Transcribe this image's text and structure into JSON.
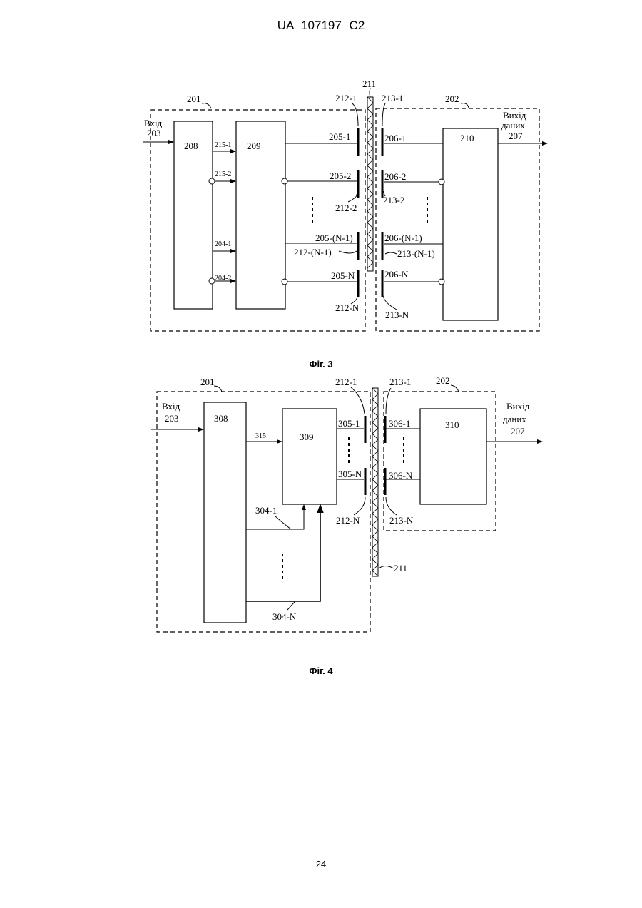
{
  "document": {
    "header": "UA   107197   C2",
    "page_number": "24"
  },
  "fig3": {
    "caption": "Фіг. 3",
    "group_tx": "201",
    "group_rx": "202",
    "chain": "211",
    "input_label": "Вхід",
    "input_num": "203",
    "output_label1": "Вихід",
    "output_label2": "даних",
    "output_num": "207",
    "block_a": "208",
    "block_b": "209",
    "block_c": "210",
    "sig_215_1": "215-1",
    "sig_215_2": "215-2",
    "sig_204_1": "204-1",
    "sig_204_2": "204-2",
    "tx_1": "205-1",
    "tx_2": "205-2",
    "tx_n1": "205-(N-1)",
    "tx_n": "205-N",
    "rx_1": "206-1",
    "rx_2": "206-2",
    "rx_n1": "206-(N-1)",
    "rx_n": "206-N",
    "ant_tx_1": "212-1",
    "ant_tx_2": "212-2",
    "ant_tx_n1": "212-(N-1)",
    "ant_tx_n": "212-N",
    "ant_rx_1": "213-1",
    "ant_rx_2": "213-2",
    "ant_rx_n1": "213-(N-1)",
    "ant_rx_n": "213-N"
  },
  "fig4": {
    "caption": "Фіг. 4",
    "group_tx": "201",
    "group_rx": "202",
    "chain": "211",
    "input_label": "Вхід",
    "input_num": "203",
    "output_label1": "Вихід",
    "output_label2": "даних",
    "output_num": "207",
    "block_a": "308",
    "block_b": "309",
    "block_c": "310",
    "sig_315": "315",
    "sig_304_1": "304-1",
    "sig_304_n": "304-N",
    "tx_1": "305-1",
    "tx_n": "305-N",
    "rx_1": "306-1",
    "rx_n": "306-N",
    "ant_tx_1": "212-1",
    "ant_tx_n": "212-N",
    "ant_rx_1": "213-1",
    "ant_rx_n": "213-N"
  }
}
